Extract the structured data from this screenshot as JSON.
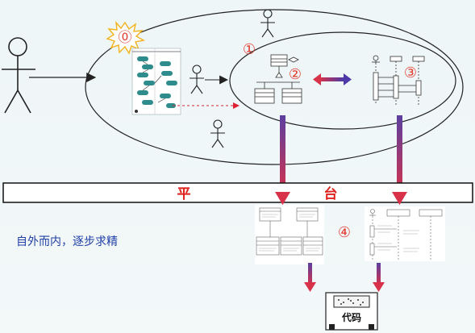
{
  "diagram": {
    "markers": {
      "m0": "⓪",
      "m1": "①",
      "m2": "②",
      "m3": "③",
      "m4": "④"
    },
    "platform": {
      "left_char": "平",
      "right_char": "台"
    },
    "motto": "自外而内，逐步求精",
    "code_label": "代码",
    "colors": {
      "accent_red": "#e23b2e",
      "arrow_purple": "#5b3fa0",
      "arrow_red": "#d8324a",
      "motto_blue": "#1f3fa6",
      "activity_teal": "#2e8c8c",
      "background": "#eef6f7"
    }
  }
}
